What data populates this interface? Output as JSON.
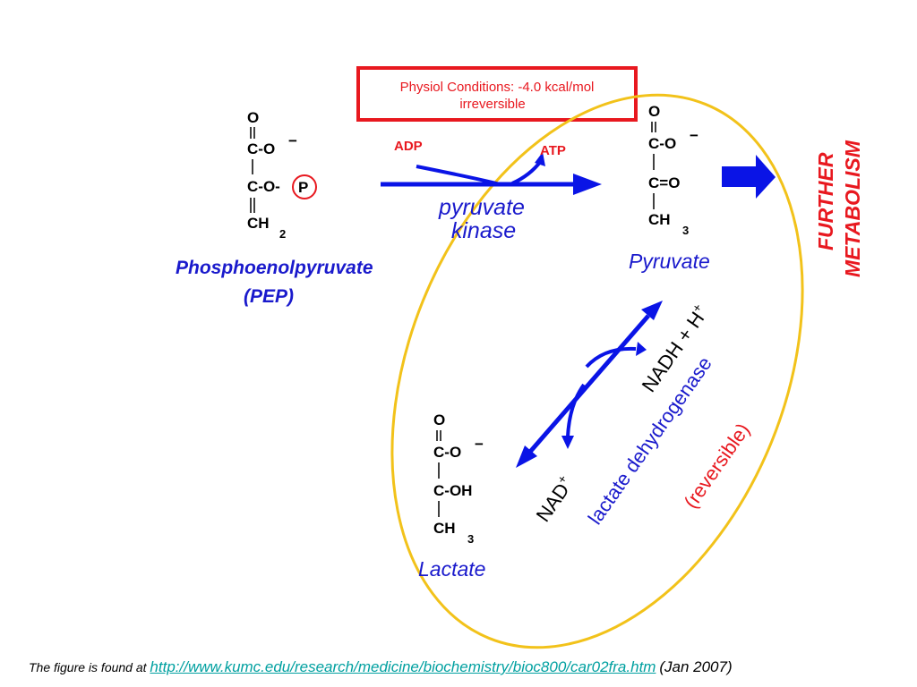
{
  "conditions_box": {
    "line1": "Physiol Conditions: -4.0 kcal/mol",
    "line2": "irreversible",
    "color": "#e8181f"
  },
  "pep": {
    "o": "O",
    "c1": "C-O",
    "minus": "−",
    "c2": "C-O-",
    "p": "P",
    "c3": "CH",
    "sub": "2",
    "name": "Phosphoenolpyruvate",
    "abbr": "(PEP)"
  },
  "reaction1": {
    "adp": "ADP",
    "atp": "ATP",
    "enzyme_line1": "pyruvate",
    "enzyme_line2": "kinase",
    "arrow_color": "#0a14e6"
  },
  "pyruvate": {
    "o": "O",
    "c1": "C-O",
    "minus": "−",
    "c2": "C=O",
    "c3": "CH",
    "sub": "3",
    "name": "Pyruvate"
  },
  "further": {
    "line1": "FURTHER",
    "line2": "METABOLISM"
  },
  "reaction2": {
    "nadh": "NADH + H",
    "nadh_sup": "+",
    "nad": "NAD",
    "nad_sup": "+",
    "enzyme": "lactate dehydrogenase",
    "reversible": "(reversible)"
  },
  "lactate": {
    "o": "O",
    "c1": "C-O",
    "minus": "−",
    "c2": "C-OH",
    "c3": "CH",
    "sub": "3",
    "name": "Lactate"
  },
  "ellipse_color": "#f2c21a",
  "caption": {
    "prefix": "The figure is found at",
    "url": "http://www.kumc.edu/research/medicine/biochemistry/bioc800/car02fra.htm",
    "date": "(Jan 2007)"
  }
}
